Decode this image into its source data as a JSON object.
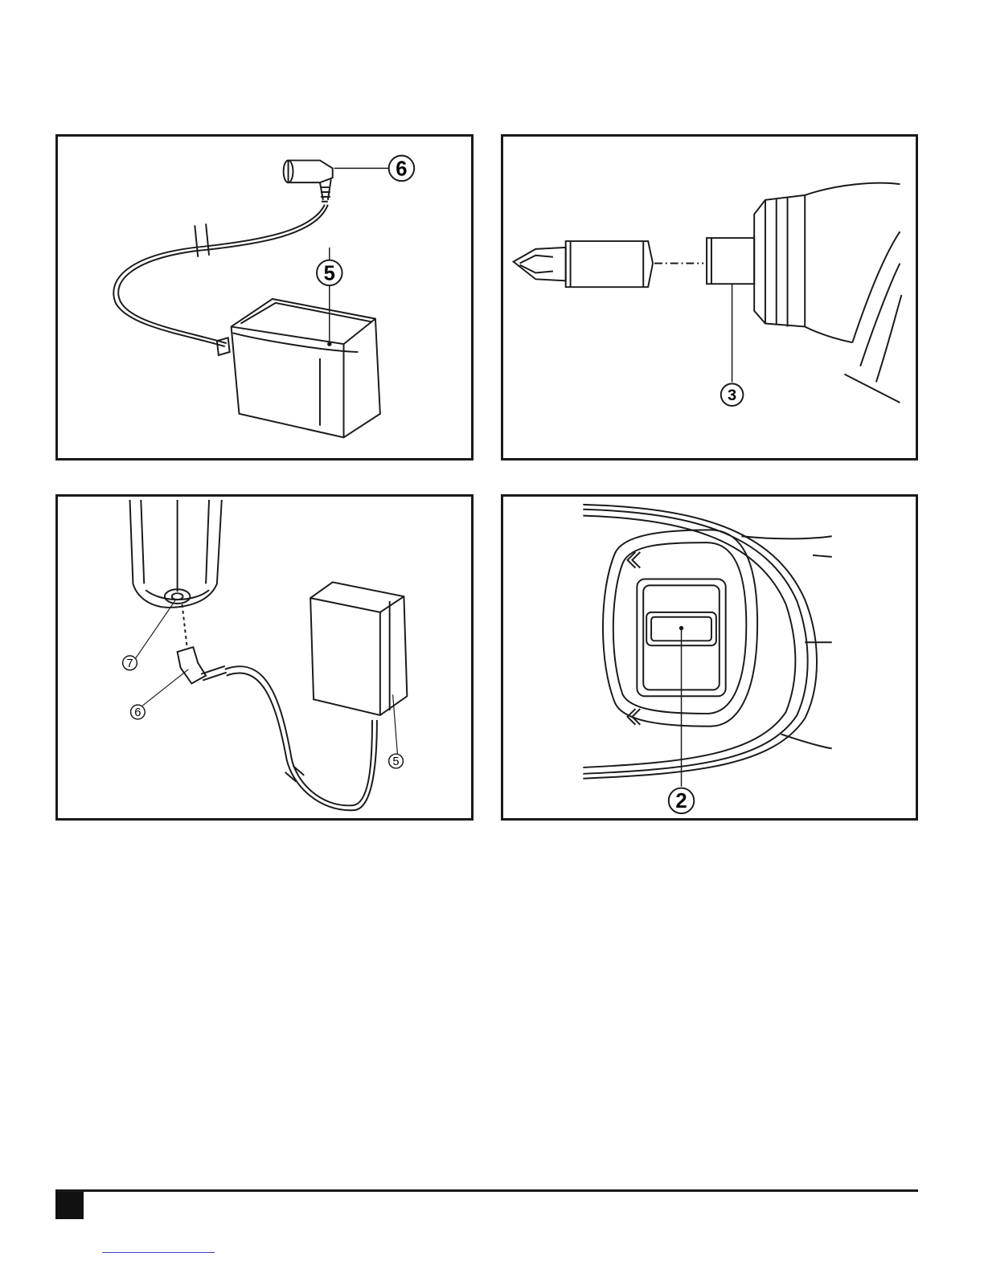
{
  "figures": [
    {
      "id": "fig-1",
      "callouts": [
        "6",
        "5"
      ]
    },
    {
      "id": "fig-2",
      "callouts": [
        "3"
      ]
    },
    {
      "id": "fig-3",
      "callouts": [
        "7",
        "6",
        "5"
      ]
    },
    {
      "id": "fig-4",
      "callouts": [
        "2"
      ]
    }
  ],
  "colors": {
    "line": "#1a1a1a",
    "link": "#3344cc"
  }
}
